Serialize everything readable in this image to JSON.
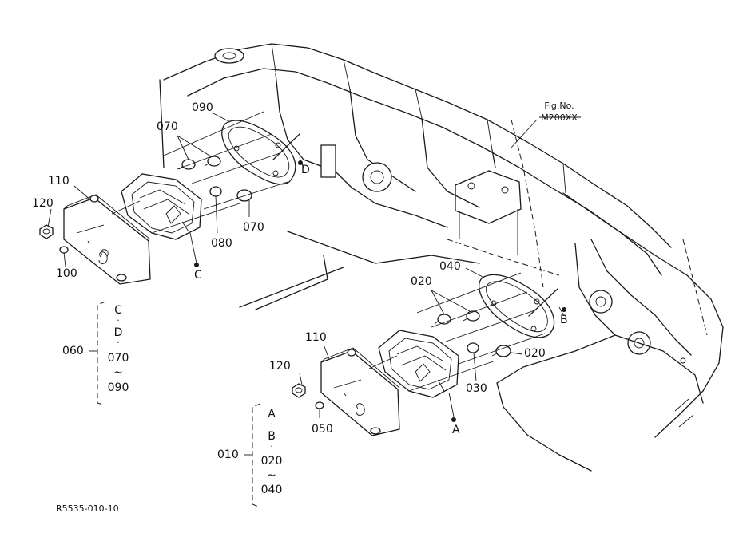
{
  "figure": {
    "fig_no_label": "Fig.No.",
    "fig_no_value": "M200XX",
    "drawing_code": "R5535-010-10"
  },
  "callouts": {
    "p090": "090",
    "p070_top": "070",
    "p110_left": "110",
    "p120_left": "120",
    "p100": "100",
    "p080": "080",
    "p070_right": "070",
    "ref_c": "C",
    "ref_d": "D",
    "p040": "040",
    "p020_top": "020",
    "p020_right": "020",
    "p030": "030",
    "ref_b": "B",
    "ref_a": "A",
    "p110_right": "110",
    "p120_right": "120",
    "p050": "050"
  },
  "groups": {
    "g060": {
      "number": "060",
      "members": [
        "C",
        "·",
        "D",
        "·",
        "070",
        "~",
        "090"
      ]
    },
    "g010": {
      "number": "010",
      "members": [
        "A",
        "·",
        "B",
        "·",
        "020",
        "~",
        "040"
      ]
    }
  }
}
